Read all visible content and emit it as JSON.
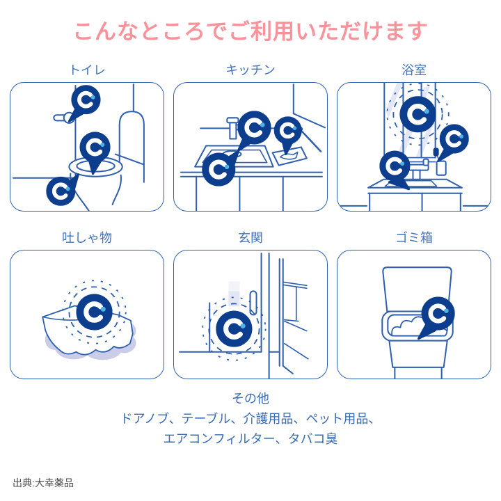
{
  "title": "こんなところでご利用いただけます",
  "panels": [
    {
      "label": "トイレ"
    },
    {
      "label": "キッチン"
    },
    {
      "label": "浴室"
    },
    {
      "label": "吐しゃ物"
    },
    {
      "label": "玄関"
    },
    {
      "label": "ゴミ箱"
    }
  ],
  "others": {
    "heading": "その他",
    "line1": "ドアノブ、テーブル、介護用品、ペット用品、",
    "line2": "エアコンフィルター、タバコ臭"
  },
  "source": {
    "label": "出典:大幸薬品"
  },
  "colors": {
    "title_pink": "#f8929b",
    "label_blue": "#4374b9",
    "others_blue": "#3a6cb2",
    "line_blue": "#2e5fae",
    "badge_navy": "#0d3d8d",
    "dot_cyan": "#4db4e6",
    "lavender": "#c9cde8",
    "lavender_light": "#e3e6f4",
    "source_gray": "#4a4a4a"
  }
}
